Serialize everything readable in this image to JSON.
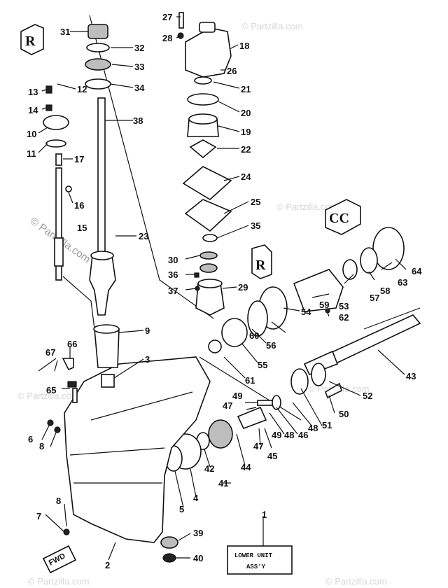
{
  "watermarks": {
    "main": "© Partzilla.com",
    "faint": "© Partzilla.com"
  },
  "label_box": {
    "line1": "LOWER UNIT",
    "line2": "ASS'Y"
  },
  "fwd_tag": "FWD",
  "inset_letters": {
    "a": "R",
    "b": "R",
    "c": "CC"
  },
  "callouts": {
    "c1": "1",
    "c2": "2",
    "c3": "3",
    "c4": "4",
    "c5": "5",
    "c6": "6",
    "c7": "7",
    "c8a": "8",
    "c8b": "8",
    "c9": "9",
    "c10": "10",
    "c11": "11",
    "c12": "12",
    "c13": "13",
    "c14": "14",
    "c15": "15",
    "c16": "16",
    "c17": "17",
    "c18": "18",
    "c19": "19",
    "c20": "20",
    "c21": "21",
    "c22": "22",
    "c23": "23",
    "c24": "24",
    "c25": "25",
    "c26": "26",
    "c27": "27",
    "c28": "28",
    "c29": "29",
    "c30": "30",
    "c31": "31",
    "c32": "32",
    "c33": "33",
    "c34": "34",
    "c35": "35",
    "c36": "36",
    "c37": "37",
    "c38": "38",
    "c39": "39",
    "c40": "40",
    "c41": "41",
    "c42": "42",
    "c43": "43",
    "c44": "44",
    "c45": "45",
    "c46": "46",
    "c47a": "47",
    "c47b": "47",
    "c48a": "48",
    "c48b": "48",
    "c49a": "49",
    "c49b": "49",
    "c50": "50",
    "c51": "51",
    "c52": "52",
    "c53": "53",
    "c54": "54",
    "c55": "55",
    "c56": "56",
    "c57": "57",
    "c58": "58",
    "c59": "59",
    "c60": "60",
    "c61": "61",
    "c62": "62",
    "c63": "63",
    "c64": "64",
    "c65": "65",
    "c66": "66",
    "c67": "67"
  }
}
